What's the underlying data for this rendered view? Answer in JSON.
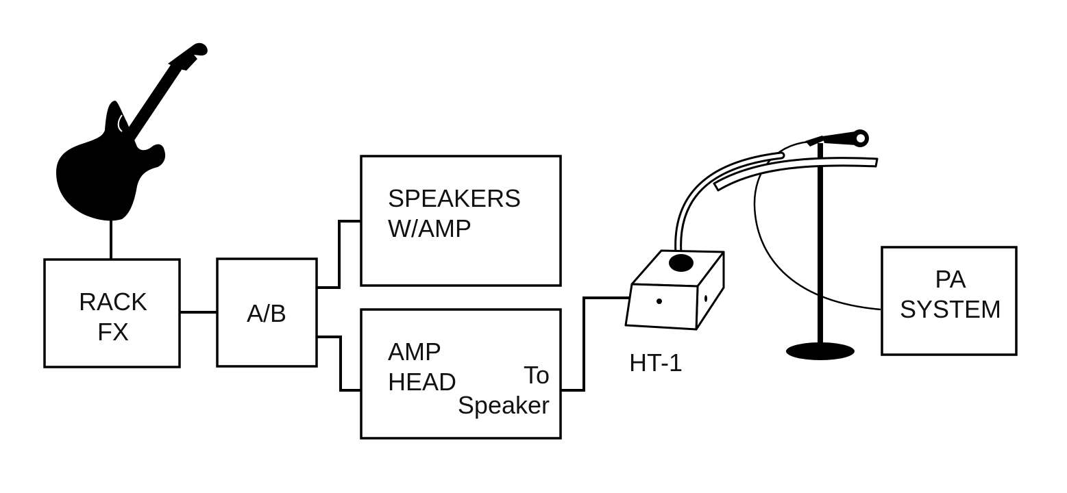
{
  "diagram": {
    "nodes": {
      "rack_fx": {
        "lines": [
          "RACK",
          "FX"
        ]
      },
      "ab_box": {
        "lines": [
          "A/B"
        ]
      },
      "speakers_amp": {
        "lines": [
          "SPEAKERS",
          "W/AMP"
        ]
      },
      "amp_head": {
        "lines": [
          "AMP",
          "HEAD"
        ],
        "output_lines": [
          "To",
          "Speaker"
        ]
      },
      "ht1": {
        "label": "HT-1"
      },
      "pa_system": {
        "lines": [
          "PA",
          "SYSTEM"
        ]
      }
    },
    "icons": {
      "guitar": "electric-guitar-icon",
      "ht1_unit": "ht1-box-icon",
      "microphone": "microphone-stand-icon"
    },
    "colors": {
      "ink": "#000000",
      "background": "#ffffff"
    }
  }
}
